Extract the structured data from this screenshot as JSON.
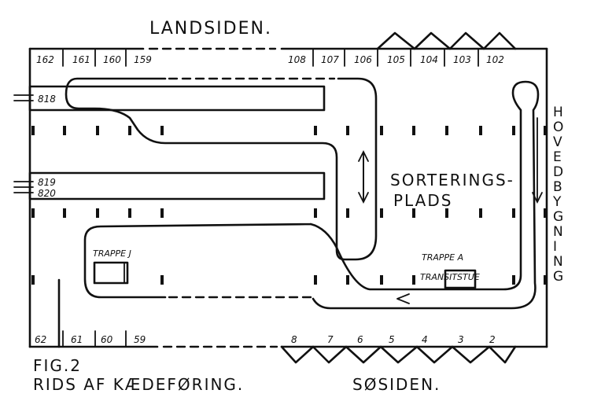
{
  "labels": {
    "landside": "LANDSIDEN.",
    "seaside": "SØSIDEN.",
    "main_building": "HOVEDBYGNING",
    "sorting_1": "SORTERINGS-",
    "sorting_2": "PLADS",
    "stair_j": "TRAPPE J",
    "stair_a_1": "TRAPPE A",
    "stair_a_2": "TRANSITSTUE",
    "fig_number": "FIG.2",
    "caption": "RIDS AF KÆDEFØRING."
  },
  "top_bays_left": [
    "162",
    "161",
    "160",
    "159"
  ],
  "top_bays_right": [
    "108",
    "107",
    "106",
    "105",
    "104",
    "103",
    "102"
  ],
  "bottom_bays_left": [
    "62",
    "61",
    "60",
    "59"
  ],
  "bottom_bays_right": [
    "8",
    "7",
    "6",
    "5",
    "4",
    "3",
    "2"
  ],
  "tracks": [
    "818",
    "819",
    "820"
  ]
}
